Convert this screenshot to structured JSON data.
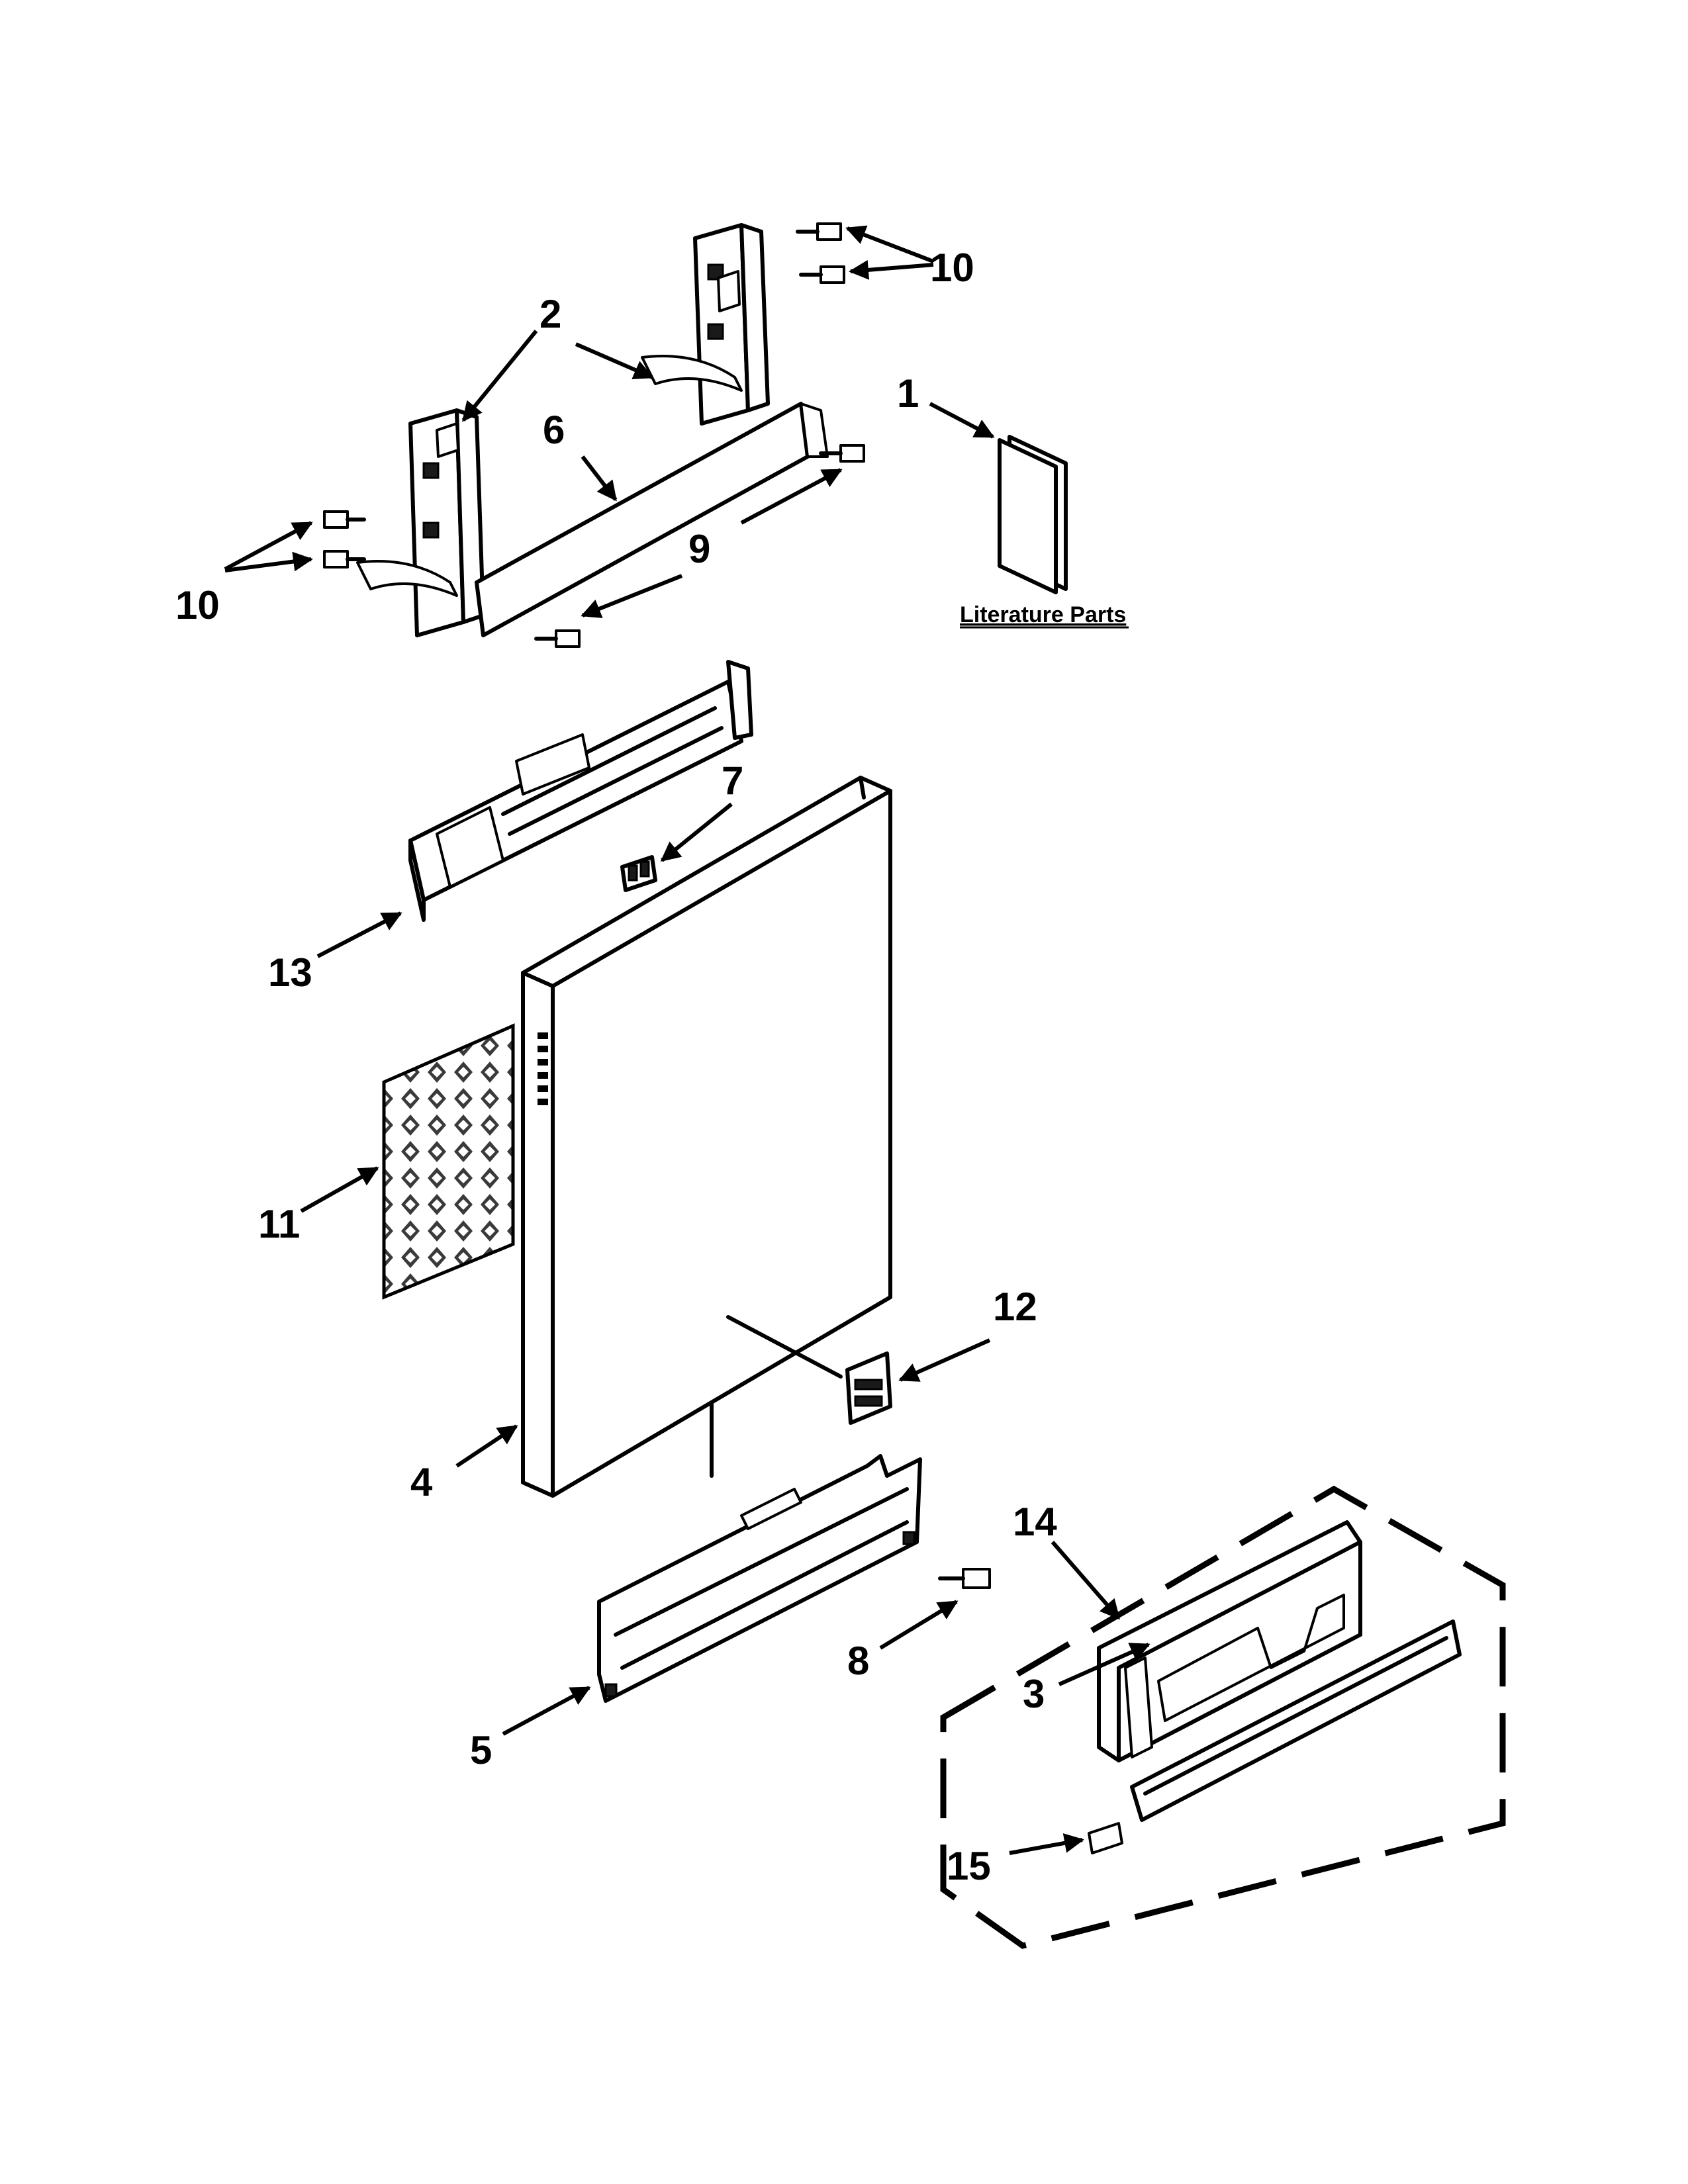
{
  "literature_label": "Literature Parts",
  "callouts": {
    "c1": "1",
    "c2": "2",
    "c3": "3",
    "c4": "4",
    "c5": "5",
    "c6": "6",
    "c7": "7",
    "c8": "8",
    "c9": "9",
    "c10a": "10",
    "c10b": "10",
    "c11": "11",
    "c12": "12",
    "c13": "13",
    "c14": "14",
    "c15": "15"
  }
}
